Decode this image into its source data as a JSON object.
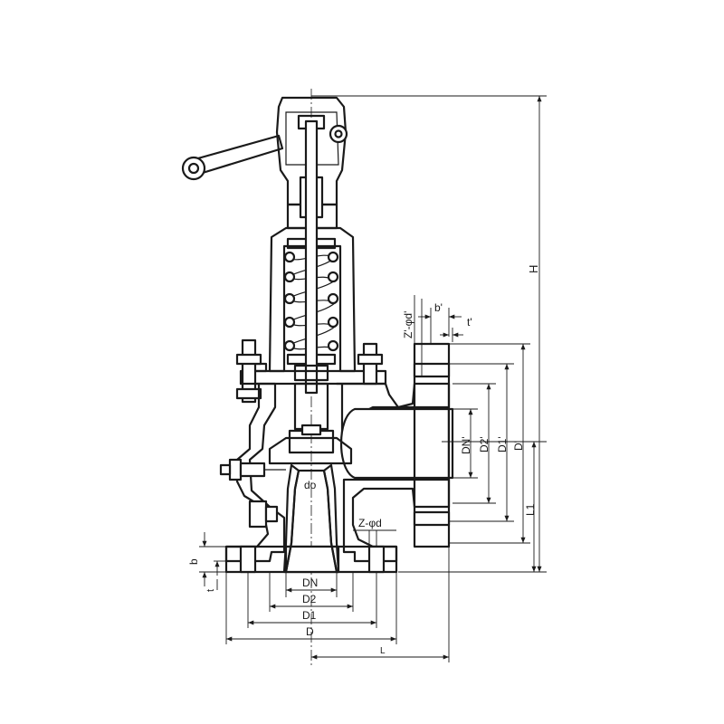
{
  "colors": {
    "line": "#1a1a1a",
    "background": "#ffffff"
  },
  "labels": {
    "H": "H",
    "L1": "L1",
    "L": "L",
    "D_prime": "D'",
    "D1_prime": "D1'",
    "D2_prime": "D2'",
    "DN_prime": "DN'",
    "b_prime": "b'",
    "t_prime": "t'",
    "z_bolt_outlet": "Z'-φd'",
    "z_bolt_inlet": "Z-φd",
    "do": "do",
    "DN": "DN",
    "D2": "D2",
    "D1": "D1",
    "D": "D",
    "b": "b",
    "t": "t"
  }
}
